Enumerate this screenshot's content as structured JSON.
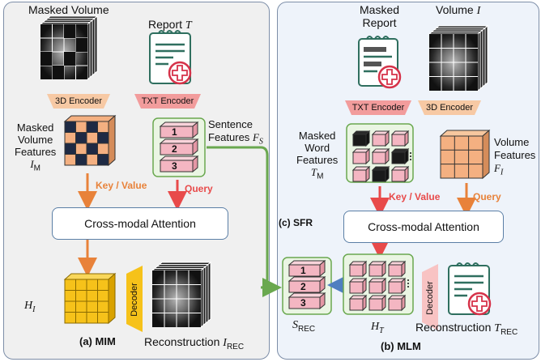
{
  "left_panel": {
    "masked_volume_label": "Masked Volume",
    "report_label": "Report",
    "report_symbol": "T",
    "encoder_3d": "3D Encoder",
    "encoder_txt": "TXT Encoder",
    "masked_volume_features": [
      "Masked",
      "Volume",
      "Features"
    ],
    "masked_volume_symbol": "I",
    "masked_volume_sub": "M",
    "sentence_features": [
      "Sentence",
      "Features"
    ],
    "sentence_symbol": "F",
    "sentence_sub": "S",
    "sentence_numbers": [
      "1",
      "2",
      "3"
    ],
    "key_value": "Key / Value",
    "query": "Query",
    "attention": "Cross-modal Attention",
    "decoder": "Decoder",
    "hidden_symbol": "H",
    "hidden_sub": "I",
    "caption": "(a) MIM",
    "reconstruction": "Reconstruction",
    "reconstruction_symbol": "I",
    "reconstruction_sub": "REC"
  },
  "sfr_label": "(c) SFR",
  "right_panel": {
    "masked_report_label": [
      "Masked",
      "Report"
    ],
    "volume_label": "Volume",
    "volume_symbol": "I",
    "encoder_txt": "TXT Encoder",
    "encoder_3d": "3D Encoder",
    "masked_word_features": [
      "Masked",
      "Word",
      "Features"
    ],
    "masked_word_symbol": "T",
    "masked_word_sub": "M",
    "volume_features": [
      "Volume",
      "Features"
    ],
    "volume_features_symbol": "F",
    "volume_features_sub": "I",
    "key_value": "Key / Value",
    "query": "Query",
    "attention": "Cross-modal Attention",
    "decoder": "Decoder",
    "sentence_numbers": [
      "1",
      "2",
      "3"
    ],
    "srec_symbol": "S",
    "srec_sub": "REC",
    "ht_symbol": "H",
    "ht_sub": "T",
    "reconstruction": "Reconstruction",
    "reconstruction_symbol": "T",
    "reconstruction_sub": "REC",
    "caption": "(b) MLM"
  },
  "colors": {
    "left_panel_bg": "#f0f0f0",
    "right_panel_bg": "#eef3fa",
    "panel_border": "#7d8ea8",
    "encoder_fill": "#f7c9a4",
    "txt_encoder_fill": "#f29c9c",
    "orange_arrow": "#e8823a",
    "red_arrow": "#e84a4a",
    "green_arrow": "#6aa84f",
    "blue_arrow": "#4f7fc0",
    "cube_orange": "#f4b081",
    "cube_pink": "#f4b6c2",
    "cube_yellow": "#f6c21a",
    "red_cross": "#d6334a"
  }
}
